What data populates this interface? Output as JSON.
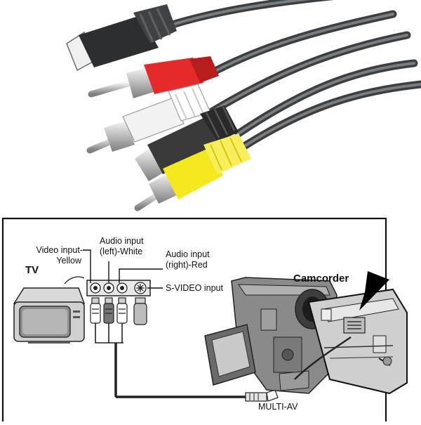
{
  "labels": {
    "tv": "TV",
    "camcorder": "Camcorder",
    "video_input_line1": "Video input-",
    "video_input_line2": "Yellow",
    "audio_left_line1": "Audio input",
    "audio_left_line2": "(left)-White",
    "audio_right_line1": "Audio input",
    "audio_right_line2": "(right)-Red",
    "svideo_input": "S-VIDEO input",
    "multi_av": "MULTI-AV"
  },
  "colors": {
    "cable_gray": "#5a5d5f",
    "plug_red": "#e42a2a",
    "plug_white": "#f2f2f2",
    "plug_black": "#3a3a3a",
    "plug_yellow": "#f4e81e",
    "metal": "#cfcfcf",
    "frame": "#111111"
  },
  "icons": {
    "multi_av_connector": "multi-av-connector-icon",
    "rca_plug": "rca-plug-icon",
    "svideo_plug": "svideo-plug-icon",
    "television": "tv-icon",
    "camcorder": "camcorder-icon",
    "pointer_arrow": "arrow-pointer-icon"
  }
}
